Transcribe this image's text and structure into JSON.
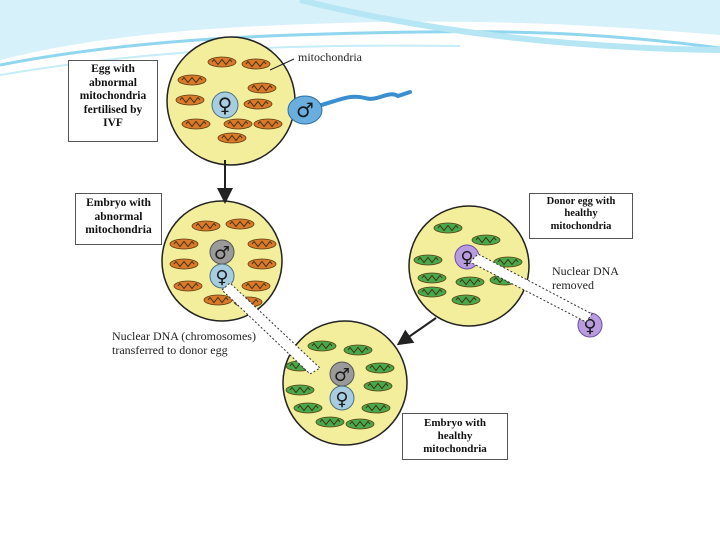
{
  "colors": {
    "cell_fill": "#f2ee9c",
    "cell_stroke": "#222222",
    "abnormal_mito": "#d87a2a",
    "healthy_mito": "#4aa84a",
    "female_nucleus_abnormal": "#a9cde0",
    "female_nucleus_donor": "#b99ce0",
    "male_nucleus": "#9a9a9a",
    "sperm": "#3a8fd0",
    "header_wave": "#8fd6ee"
  },
  "labels": {
    "egg_ivf": "Egg with\nabnormal\nmitochondria\nfertilised by\nIVF",
    "mitochondria": "mitochondria",
    "embryo_abnormal": "Embryo with\nabnormal\nmitochondria",
    "donor_egg": "Donor egg with\nhealthy\nmitochondria",
    "nuclear_removed": "Nuclear DNA\nremoved",
    "nuclear_transferred": "Nuclear DNA (chromosomes)\ntransferred to donor egg",
    "embryo_healthy": "Embryo with\nhealthy\nmitochondria"
  },
  "symbols": {
    "female": "♀",
    "male": "♂"
  }
}
